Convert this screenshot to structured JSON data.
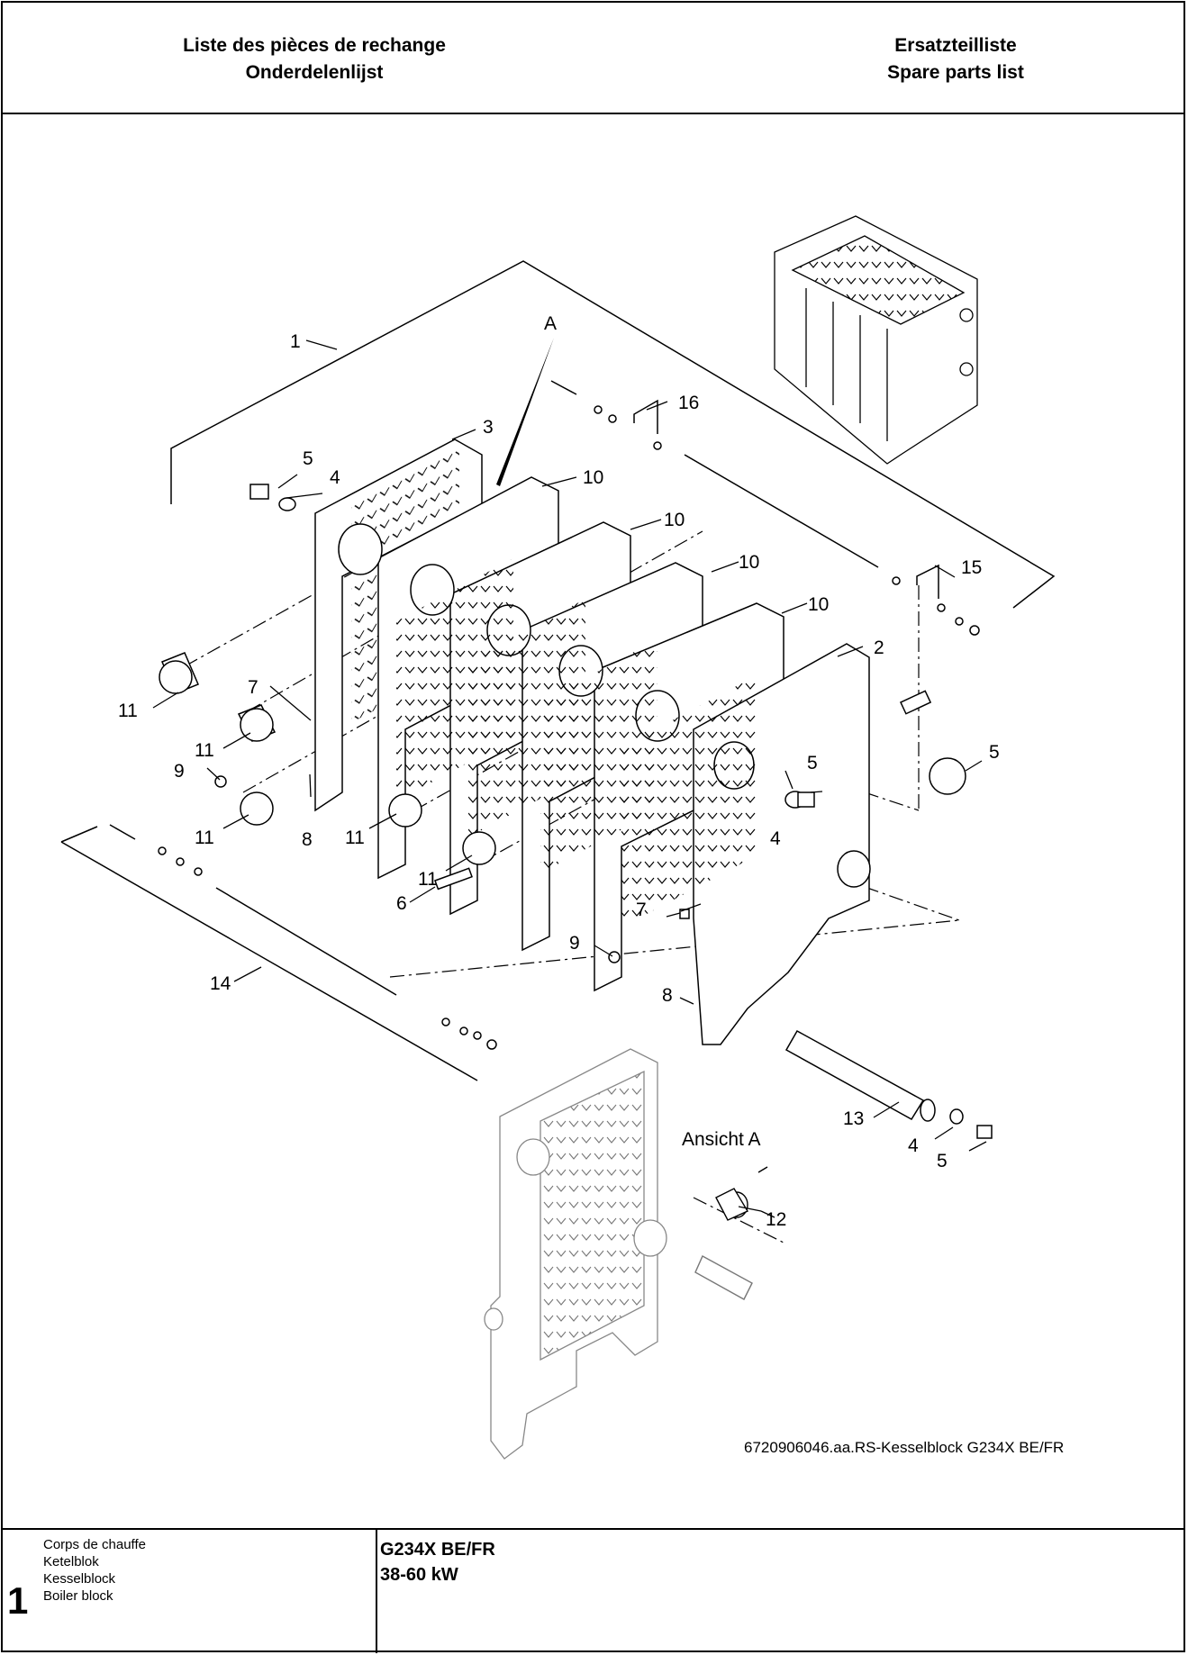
{
  "header": {
    "left_line1": "Liste des pièces de rechange",
    "left_line2": "Onderdelenlijst",
    "right_line1": "Ersatzteilliste",
    "right_line2": "Spare parts list"
  },
  "diagram": {
    "view_marker": "A",
    "view_label": "Ansicht A",
    "reference": "6720906046.aa.RS-Kesselblock G234X BE/FR",
    "callouts": [
      "1",
      "2",
      "3",
      "4",
      "5",
      "6",
      "7",
      "8",
      "9",
      "10",
      "11",
      "12",
      "13",
      "14",
      "15",
      "16"
    ]
  },
  "footer": {
    "sheet_number": "1",
    "desc_fr": "Corps de chauffe",
    "desc_nl": "Ketelblok",
    "desc_de": "Kesselblock",
    "desc_en": "Boiler block",
    "model": "G234X BE/FR",
    "power": "38-60 kW"
  }
}
